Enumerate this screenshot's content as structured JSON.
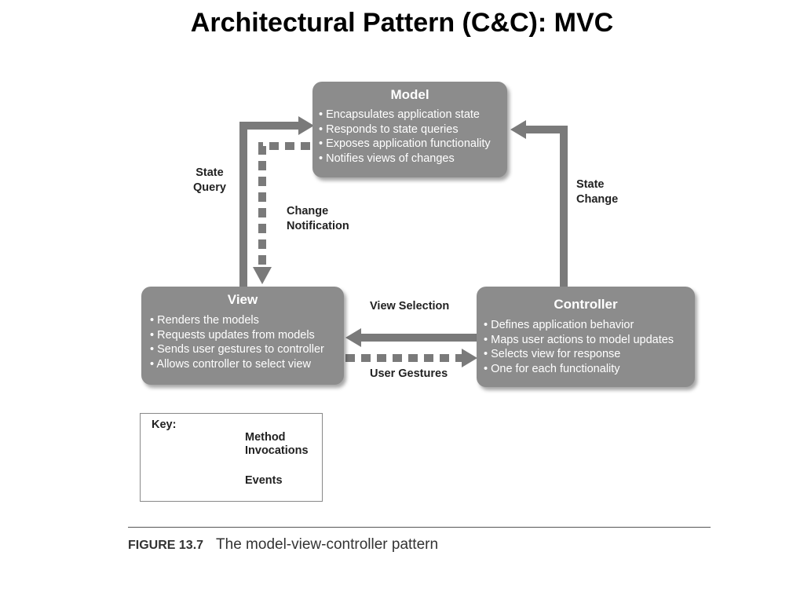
{
  "slide": {
    "title": "Architectural Pattern (C&C): MVC"
  },
  "model": {
    "title": "Model",
    "items": [
      "Encapsulates application state",
      "Responds to state queries",
      "Exposes application functionality",
      "Notifies views of changes"
    ]
  },
  "view": {
    "title": "View",
    "items": [
      "Renders the models",
      "Requests updates from models",
      "Sends user gestures to controller",
      "Allows controller to select view"
    ]
  },
  "controller": {
    "title": "Controller",
    "items": [
      "Defines application behavior",
      "Maps user actions to model updates",
      "Selects view for response",
      "One for each functionality"
    ]
  },
  "edges": {
    "state_query": [
      "State",
      "Query"
    ],
    "change_notification": [
      "Change",
      "Notification"
    ],
    "state_change": [
      "State",
      "Change"
    ],
    "view_selection": "View Selection",
    "user_gestures": "User Gestures"
  },
  "key": {
    "title": "Key:",
    "method": [
      "Method",
      "Invocations"
    ],
    "events": "Events"
  },
  "caption": {
    "label": "FIGURE 13.7",
    "text": "The model-view-controller pattern"
  },
  "colors": {
    "box_fill": "#8c8c8c",
    "arrow": "#7a7a7a",
    "text_on_box": "#ffffff"
  }
}
